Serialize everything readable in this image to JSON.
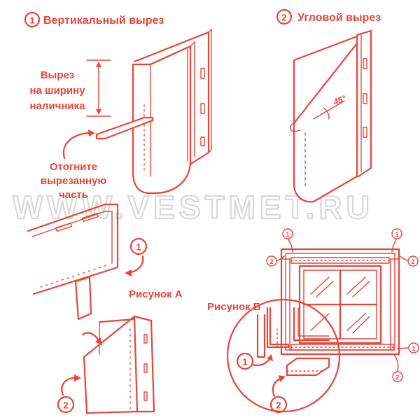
{
  "colors": {
    "accent": "#e8443a",
    "watermark": "#d8d8d8"
  },
  "watermark": "WWW.VESTMET.RU",
  "fig1": {
    "number": "1",
    "title": "Вертикальный вырез",
    "dimension_label": [
      "Вырез",
      "на ширину",
      "наличника"
    ],
    "bend_label": [
      "Отогните",
      "вырезанную",
      "часть"
    ]
  },
  "fig2": {
    "number": "2",
    "title": "Угловой вырез",
    "angle": "45°"
  },
  "figA": {
    "title": "Рисунок А",
    "callout_1": "1",
    "callout_2": "2"
  },
  "figB": {
    "title": "Рисунок Б",
    "callouts": [
      "1",
      "1",
      "2",
      "2",
      "1",
      "2",
      "1",
      "2"
    ]
  }
}
